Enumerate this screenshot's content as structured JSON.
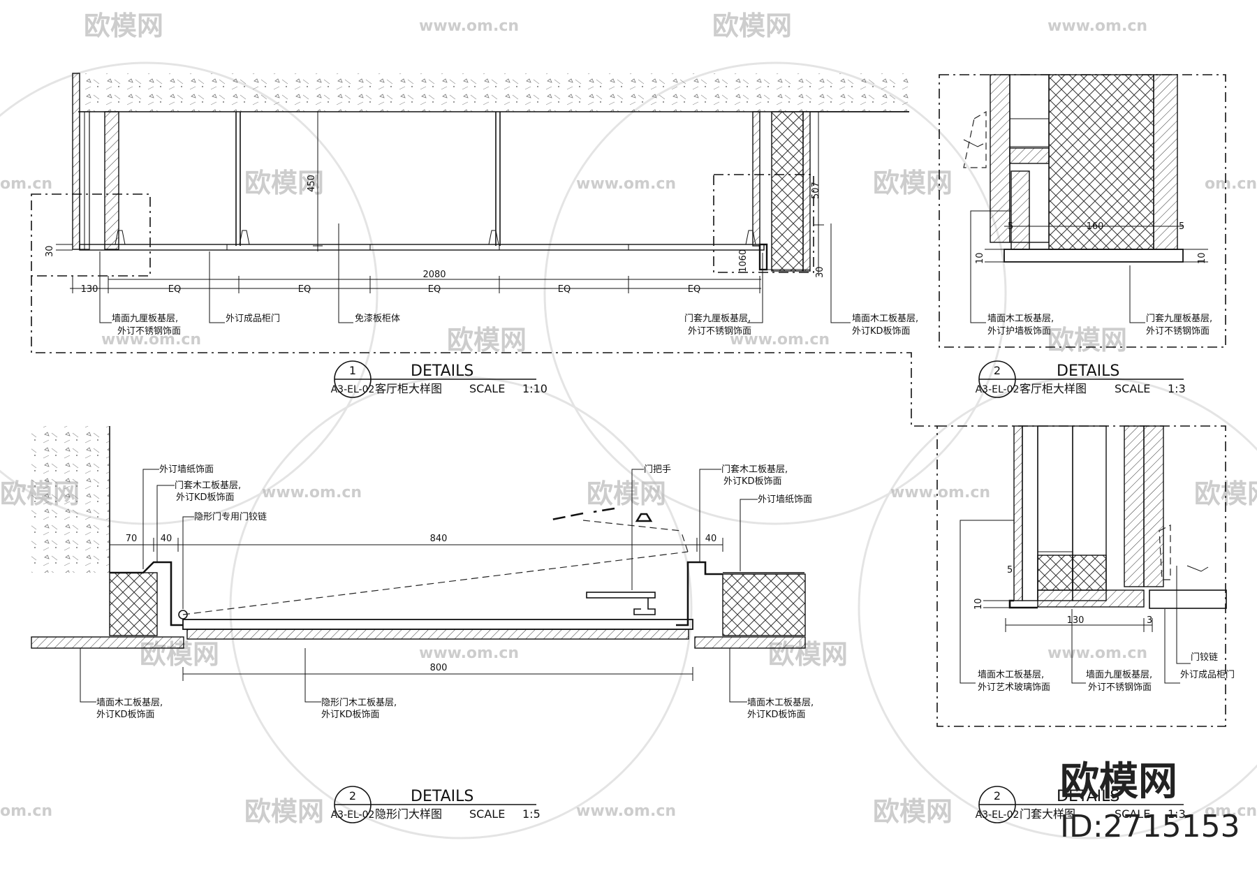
{
  "watermarks": {
    "brand": "欧模网",
    "url": "www.om.cn",
    "url_short": "om.cn"
  },
  "brand_block": {
    "logo_text": "欧模网",
    "id_text": "ID:2715153"
  },
  "detail_1": {
    "number": "1",
    "ref": "A3-EL-02",
    "heading": "DETAILS",
    "name": "客厅柜大样图",
    "scale_label": "SCALE",
    "scale_value": "1:10",
    "dims": {
      "height_450": "450",
      "height_507": "507",
      "height_1060": "1060",
      "gap_30": "30",
      "gap_30b": "30",
      "left_130": "130",
      "total_2080": "2080",
      "eq1": "EQ",
      "eq2": "EQ",
      "eq3": "EQ",
      "eq4": "EQ",
      "eq5": "EQ"
    },
    "notes": {
      "wall_board_1": "墙面九厘板基层,",
      "wall_board_2": "外订不锈钢饰面",
      "cabinet_door": "外订成品柜门",
      "cabinet_body": "免漆板柜体",
      "door_frame_1": "门套九厘板基层,",
      "door_frame_2": "外订不锈钢饰面",
      "wall_wood_1": "墙面木工板基层,",
      "wall_wood_2": "外订KD板饰面"
    }
  },
  "detail_2a": {
    "number": "2",
    "ref": "A3-EL-02",
    "heading": "DETAILS",
    "name": "客厅柜大样图",
    "scale_label": "SCALE",
    "scale_value": "1:3",
    "dims": {
      "width_160": "160",
      "v10_left": "10",
      "v10_right": "10",
      "small_5_left": "5",
      "small_5_right": "5"
    },
    "notes": {
      "wall_wood_1": "墙面木工板基层,",
      "wall_wood_2": "外订护墙板饰面",
      "door_frame_1": "门套九厘板基层,",
      "door_frame_2": "外订不锈钢饰面"
    }
  },
  "detail_2b": {
    "number": "2",
    "ref": "A3-EL-02",
    "heading": "DETAILS",
    "name": "隐形门大样图",
    "scale_label": "SCALE",
    "scale_value": "1:5",
    "dims": {
      "d70": "70",
      "d40_left": "40",
      "d840": "840",
      "d40_right": "40",
      "d800": "800"
    },
    "notes": {
      "wallpaper_left": "外订墙纸饰面",
      "frame_wood_1": "门套木工板基层,",
      "frame_wood_2": "外订KD板饰面",
      "hinge": "隐形门专用门铰链",
      "handle": "门把手",
      "frame_wood_r1": "门套木工板基层,",
      "frame_wood_r2": "外订KD板饰面",
      "wallpaper_right": "外订墙纸饰面",
      "wall_wood_l1": "墙面木工板基层,",
      "wall_wood_l2": "外订KD板饰面",
      "hidden_door_1": "隐形门木工板基层,",
      "hidden_door_2": "外订KD板饰面",
      "wall_wood_r1": "墙面木工板基层,",
      "wall_wood_r2": "外订KD板饰面"
    }
  },
  "detail_2c": {
    "number": "2",
    "ref": "A3-EL-02",
    "heading": "DETAILS",
    "name": "门套大样图",
    "scale_label": "SCALE",
    "scale_value": "1:3",
    "dims": {
      "width_130": "130",
      "v10": "10",
      "small_5": "5",
      "small_3": "3"
    },
    "notes": {
      "wall_wood_1": "墙面木工板基层,",
      "wall_wood_2": "外订艺术玻璃饰面",
      "wall_board_1": "墙面九厘板基层,",
      "wall_board_2": "外订不锈钢饰面",
      "hinge": "门铰链",
      "door": "外订成品柜门"
    }
  }
}
